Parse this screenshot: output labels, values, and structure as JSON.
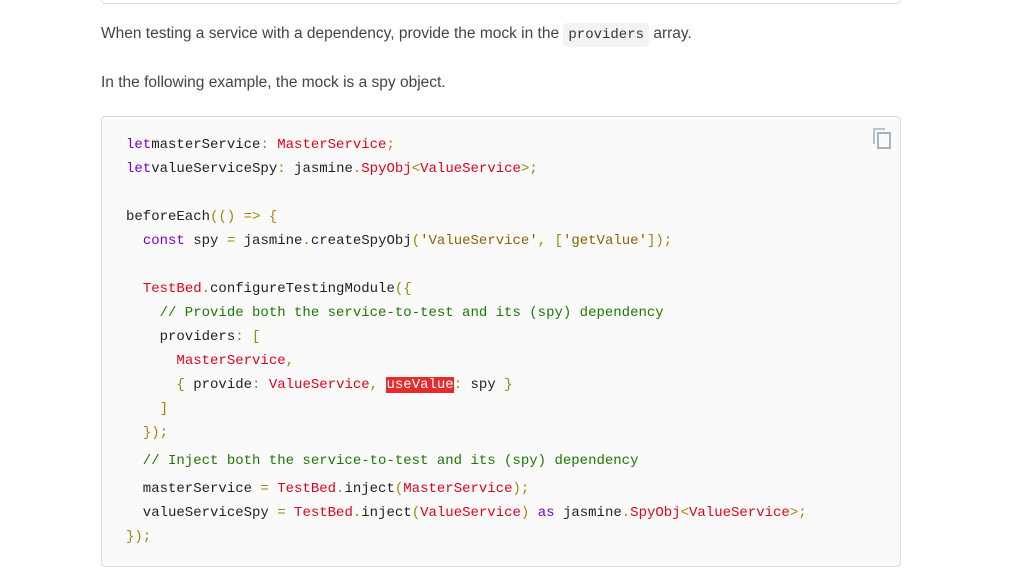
{
  "paragraphs": {
    "p1_before": "When testing a service with a dependency, provide the mock in the ",
    "p1_code": "providers",
    "p1_after": " array.",
    "p2": "In the following example, the mock is a spy object."
  },
  "code_block": {
    "copy_icon": "copy-icon",
    "lines": [
      [
        [
          "kw",
          "let"
        ],
        [
          "",
          "masterService"
        ],
        [
          "pun",
          ":"
        ],
        [
          "",
          ""
        ],
        [
          "typ",
          " MasterService"
        ],
        [
          "pun",
          ";"
        ]
      ],
      [
        [
          "kw",
          "let"
        ],
        [
          "",
          "valueServiceSpy"
        ],
        [
          "pun",
          ":"
        ],
        [
          "",
          " jasmine"
        ],
        [
          "pun",
          "."
        ],
        [
          "typ",
          "SpyObj"
        ],
        [
          "pun",
          "<"
        ],
        [
          "typ",
          "ValueService"
        ],
        [
          "pun",
          ">;"
        ]
      ],
      [],
      [
        [
          "",
          "beforeEach"
        ],
        [
          "pun",
          "(() =>"
        ],
        [
          "pun",
          " {"
        ]
      ],
      [
        [
          "",
          "  "
        ],
        [
          "kw",
          "const"
        ],
        [
          "",
          " spy "
        ],
        [
          "pun",
          "="
        ],
        [
          "",
          " jasmine"
        ],
        [
          "pun",
          "."
        ],
        [
          "",
          "createSpyObj"
        ],
        [
          "pun",
          "("
        ],
        [
          "str",
          "'ValueService'"
        ],
        [
          "pun",
          ","
        ],
        [
          "pun",
          " ["
        ],
        [
          "str",
          "'getValue'"
        ],
        [
          "pun",
          "]);"
        ]
      ],
      [],
      [
        [
          "",
          "  "
        ],
        [
          "typ",
          "TestBed"
        ],
        [
          "pun",
          "."
        ],
        [
          "",
          "configureTestingModule"
        ],
        [
          "pun",
          "({"
        ]
      ],
      [
        [
          "com",
          "    // Provide both the service-to-test and its (spy) dependency"
        ]
      ],
      [
        [
          "",
          "    providers"
        ],
        [
          "pun",
          ":"
        ],
        [
          "pun",
          " ["
        ]
      ],
      [
        [
          "",
          "      "
        ],
        [
          "typ",
          "MasterService"
        ],
        [
          "pun",
          ","
        ]
      ],
      [
        [
          "",
          "      "
        ],
        [
          "pun",
          "{"
        ],
        [
          "",
          " provide"
        ],
        [
          "pun",
          ":"
        ],
        [
          "typ",
          " ValueService"
        ],
        [
          "pun",
          ","
        ],
        [
          "",
          " "
        ],
        [
          "hl",
          "useValue"
        ],
        [
          "pun",
          ":"
        ],
        [
          "",
          " spy "
        ],
        [
          "pun",
          "}"
        ]
      ],
      [
        [
          "",
          "    "
        ],
        [
          "pun",
          "]"
        ]
      ],
      [
        [
          "",
          "  "
        ],
        [
          "pun",
          "});"
        ]
      ],
      [
        [
          "com",
          "  // Inject both the service-to-test and its (spy) dependency"
        ]
      ],
      [
        [
          "",
          "  masterService "
        ],
        [
          "pun",
          "="
        ],
        [
          "typ",
          " TestBed"
        ],
        [
          "pun",
          "."
        ],
        [
          "",
          "inject"
        ],
        [
          "pun",
          "("
        ],
        [
          "typ",
          "MasterService"
        ],
        [
          "pun",
          ");"
        ]
      ],
      [
        [
          "",
          "  valueServiceSpy "
        ],
        [
          "pun",
          "="
        ],
        [
          "typ",
          " TestBed"
        ],
        [
          "pun",
          "."
        ],
        [
          "",
          "inject"
        ],
        [
          "pun",
          "("
        ],
        [
          "typ",
          "ValueService"
        ],
        [
          "pun",
          ")"
        ],
        [
          "kw",
          " as"
        ],
        [
          "",
          " jasmine"
        ],
        [
          "pun",
          "."
        ],
        [
          "typ",
          "SpyObj"
        ],
        [
          "pun",
          "<"
        ],
        [
          "typ",
          "ValueService"
        ],
        [
          "pun",
          ">;"
        ]
      ],
      [
        [
          "pun",
          "});"
        ]
      ]
    ]
  }
}
